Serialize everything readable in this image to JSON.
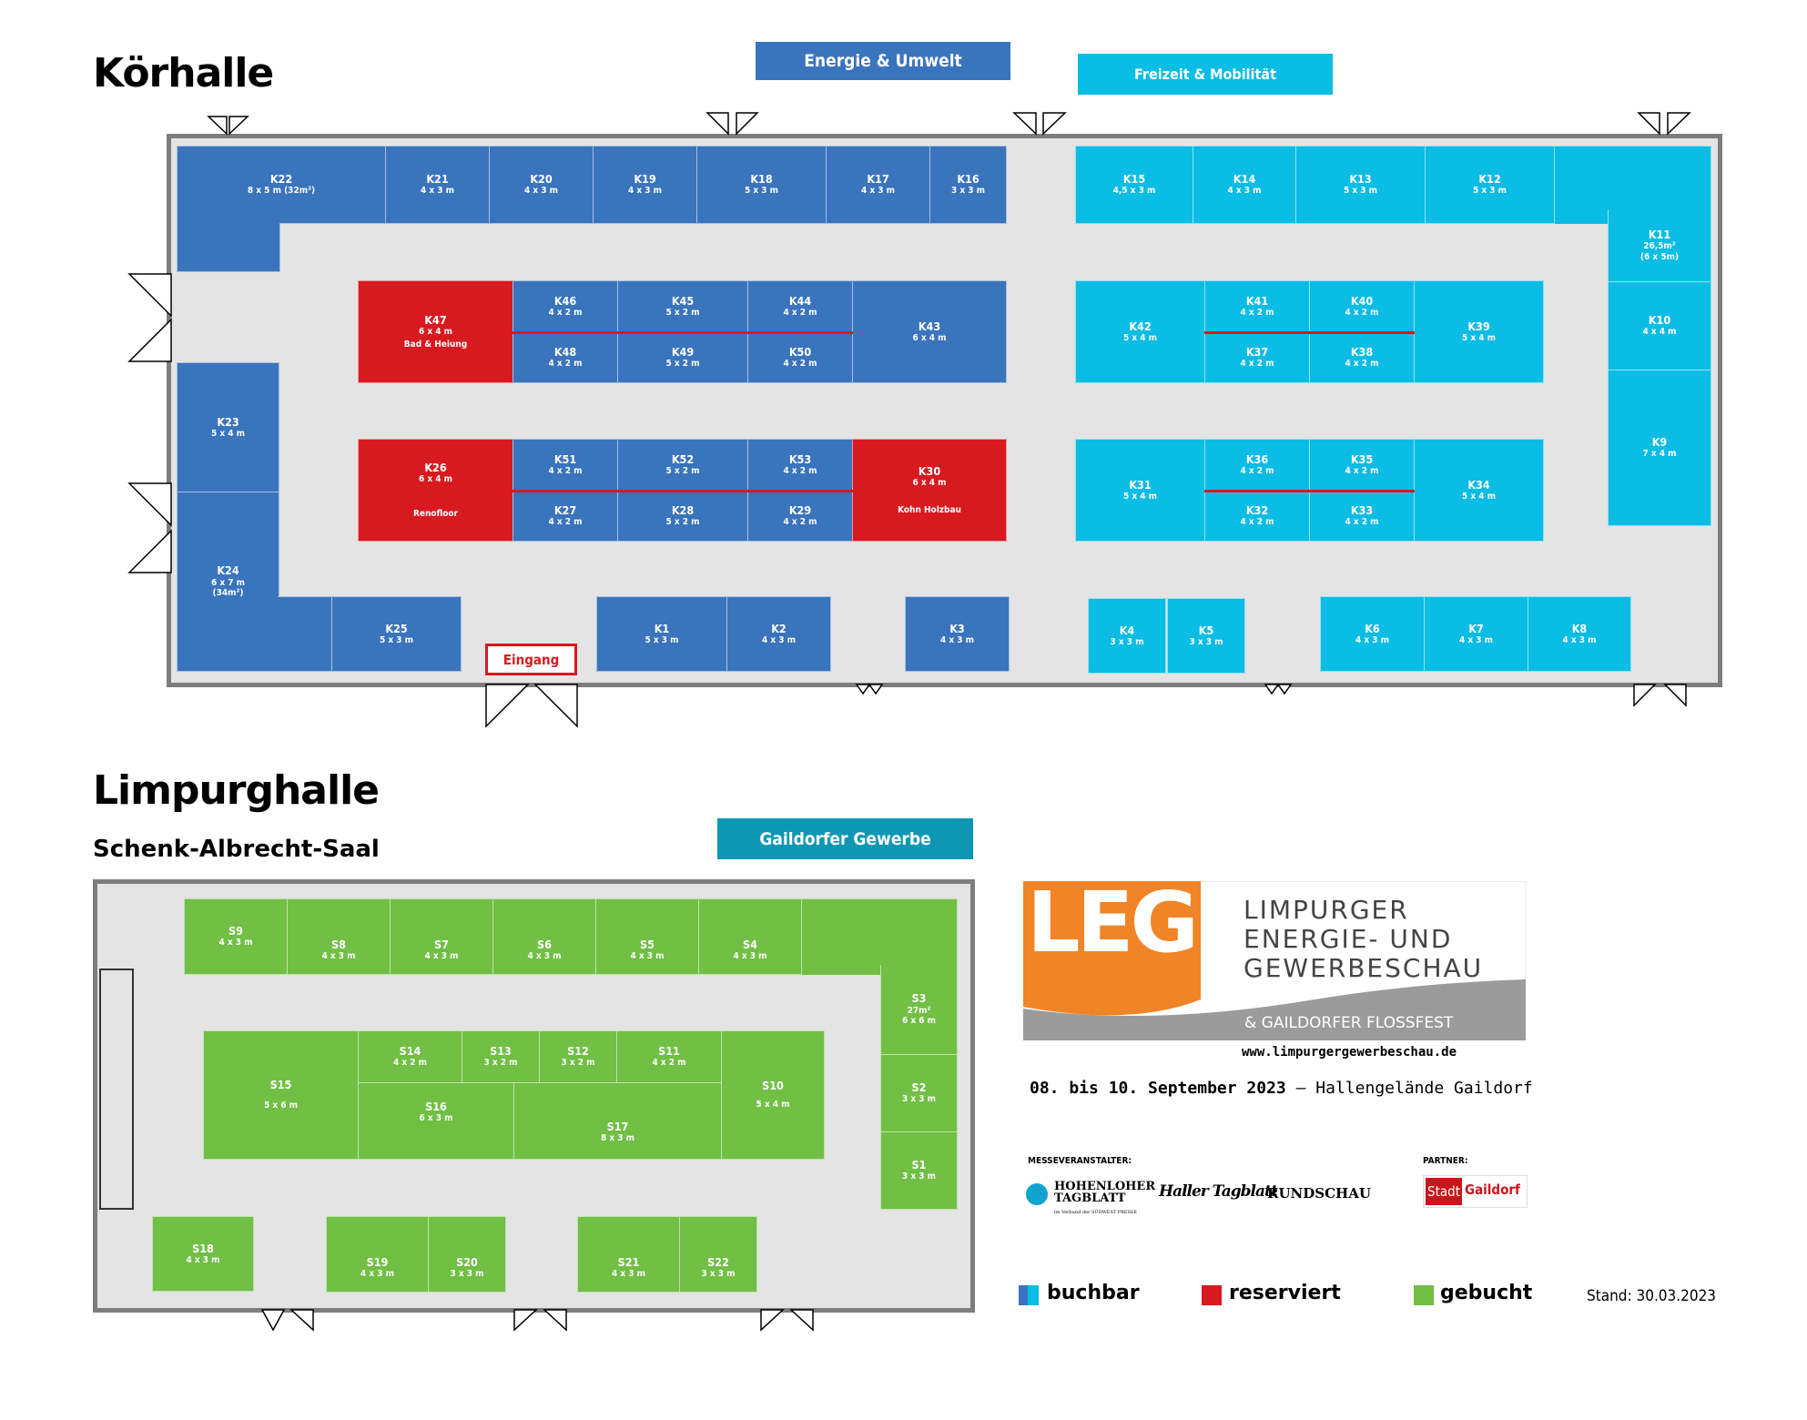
{
  "halls": {
    "koerhalle": "Körhalle",
    "limpurghalle": "Limpurghalle",
    "saal": "Schenk-Albrecht-Saal",
    "entrance": "Eingang"
  },
  "categories": {
    "energie": "Energie & Umwelt",
    "freizeit": "Freizeit & Mobilität",
    "gaildorf": "Gaildorfer Gewerbe"
  },
  "colors": {
    "blue": "#3a74bd",
    "cyan": "#0bbce4",
    "red": "#d81920",
    "green": "#71bf45",
    "teal": "#0e97b5",
    "orange": "#f08426"
  },
  "booths": [
    {
      "id": "K22",
      "size": "8 x 5 m (32m²)"
    },
    {
      "id": "K21",
      "size": "4 x 3 m"
    },
    {
      "id": "K20",
      "size": "4 x 3 m"
    },
    {
      "id": "K19",
      "size": "4 x 3 m"
    },
    {
      "id": "K18",
      "size": "5 x 3 m"
    },
    {
      "id": "K17",
      "size": "4 x 3 m"
    },
    {
      "id": "K16",
      "size": "3 x 3 m"
    },
    {
      "id": "K15",
      "size": "4,5 x 3 m"
    },
    {
      "id": "K14",
      "size": "4 x 3 m"
    },
    {
      "id": "K13",
      "size": "5 x 3 m"
    },
    {
      "id": "K12",
      "size": "5 x 3 m"
    },
    {
      "id": "K11",
      "size": "26,5m²",
      "extra": "(6 x 5m)"
    },
    {
      "id": "K10",
      "size": "4 x 4 m"
    },
    {
      "id": "K9",
      "size": "7 x 4 m"
    },
    {
      "id": "K47",
      "size": "6 x 4 m",
      "extra": "Bad & Heiung"
    },
    {
      "id": "K46",
      "size": "4 x 2 m"
    },
    {
      "id": "K45",
      "size": "5 x 2 m"
    },
    {
      "id": "K44",
      "size": "4 x 2 m"
    },
    {
      "id": "K48",
      "size": "4 x 2 m"
    },
    {
      "id": "K49",
      "size": "5 x 2 m"
    },
    {
      "id": "K50",
      "size": "4 x 2 m"
    },
    {
      "id": "K43",
      "size": "6 x 4 m"
    },
    {
      "id": "K42",
      "size": "5 x 4 m"
    },
    {
      "id": "K41",
      "size": "4 x 2 m"
    },
    {
      "id": "K40",
      "size": "4 x 2 m"
    },
    {
      "id": "K37",
      "size": "4 x 2 m"
    },
    {
      "id": "K38",
      "size": "4 x 2 m"
    },
    {
      "id": "K39",
      "size": "5 x 4 m"
    },
    {
      "id": "K23",
      "size": "5 x 4 m"
    },
    {
      "id": "K26",
      "size": "6 x 4 m",
      "extra": "Renofloor"
    },
    {
      "id": "K51",
      "size": "4 x 2 m"
    },
    {
      "id": "K52",
      "size": "5 x 2 m"
    },
    {
      "id": "K53",
      "size": "4 x 2 m"
    },
    {
      "id": "K27",
      "size": "4 x 2 m"
    },
    {
      "id": "K28",
      "size": "5 x 2 m"
    },
    {
      "id": "K29",
      "size": "4 x 2 m"
    },
    {
      "id": "K30",
      "size": "6 x 4 m",
      "extra": "Kohn Holzbau"
    },
    {
      "id": "K31",
      "size": "5 x 4 m"
    },
    {
      "id": "K36",
      "size": "4 x 2 m"
    },
    {
      "id": "K35",
      "size": "4 x 2 m"
    },
    {
      "id": "K32",
      "size": "4 x 2 m"
    },
    {
      "id": "K33",
      "size": "4 x 2 m"
    },
    {
      "id": "K34",
      "size": "5 x 4 m"
    },
    {
      "id": "K24",
      "size": "6 x 7 m",
      "extra": "(34m²)"
    },
    {
      "id": "K25",
      "size": "5 x 3 m"
    },
    {
      "id": "K1",
      "size": "5 x 3 m"
    },
    {
      "id": "K2",
      "size": "4 x 3 m"
    },
    {
      "id": "K3",
      "size": "4 x 3 m"
    },
    {
      "id": "K4",
      "size": "3 x 3 m"
    },
    {
      "id": "K5",
      "size": "3 x 3 m"
    },
    {
      "id": "K6",
      "size": "4 x 3 m"
    },
    {
      "id": "K7",
      "size": "4 x 3 m"
    },
    {
      "id": "K8",
      "size": "4 x 3 m"
    },
    {
      "id": "S9",
      "size": "4 x 3 m"
    },
    {
      "id": "S8",
      "size": "4 x 3 m"
    },
    {
      "id": "S7",
      "size": "4 x 3 m"
    },
    {
      "id": "S6",
      "size": "4 x 3 m"
    },
    {
      "id": "S5",
      "size": "4 x 3 m"
    },
    {
      "id": "S4",
      "size": "4 x 3 m"
    },
    {
      "id": "S3",
      "size": "27m²",
      "extra": "6 x 6 m"
    },
    {
      "id": "S15",
      "size": "5 x 6 m"
    },
    {
      "id": "S14",
      "size": "4 x 2 m"
    },
    {
      "id": "S13",
      "size": "3 x 2 m"
    },
    {
      "id": "S12",
      "size": "3 x 2 m"
    },
    {
      "id": "S11",
      "size": "4 x 2 m"
    },
    {
      "id": "S16",
      "size": "6 x 3 m"
    },
    {
      "id": "S17",
      "size": "8 x 3 m"
    },
    {
      "id": "S10",
      "size": "5 x 4 m"
    },
    {
      "id": "S2",
      "size": "3 x 3 m"
    },
    {
      "id": "S1",
      "size": "3 x 3 m"
    },
    {
      "id": "S18",
      "size": "4 x 3 m"
    },
    {
      "id": "S19",
      "size": "4 x 3 m"
    },
    {
      "id": "S20",
      "size": "3 x 3 m"
    },
    {
      "id": "S21",
      "size": "4 x 3 m"
    },
    {
      "id": "S22",
      "size": "3 x 3 m"
    }
  ],
  "logo": {
    "mark": "LEG",
    "line1": "LIMPURGER",
    "line2": "ENERGIE- UND",
    "line3": "GEWERBESCHAU",
    "line4": "& GAILDORFER FLOSSFEST",
    "url": "www.limpurgergewerbeschau.de"
  },
  "event": {
    "dates": "08. bis 10. September 2023",
    "dash": "–",
    "venue": "Hallengelände Gaildorf"
  },
  "sponsors": {
    "organizer_label": "MESSEVERANSTALTER:",
    "partner_label": "PARTNER:",
    "hohenloher_1": "HOHENLOHER",
    "hohenloher_2": "TAGBLATT",
    "hohenloher_3": "im Verbund der SÜDWEST PRESSE",
    "haller": "Haller Tagblatt",
    "rundschau": "RUNDSCHAU",
    "stadt": "Stadt",
    "gaildorf": "Gaildorf"
  },
  "legend": {
    "buchbar": "buchbar",
    "reserviert": "reserviert",
    "gebucht": "gebucht"
  },
  "stand": "Stand: 30.03.2023"
}
